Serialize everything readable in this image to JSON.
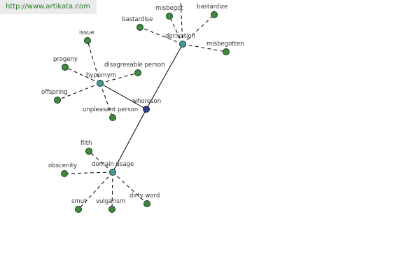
{
  "site_link": "http://www.artikata.com",
  "colors": {
    "leaf_fill": "#3f8a3f",
    "hub_fill": "#4a9a9a",
    "center_fill": "#2e3a8c",
    "node_stroke": "#1d3b1d",
    "edge": "#000000"
  },
  "graph": {
    "center": {
      "id": "whoreson",
      "label": "whoreson"
    },
    "hubs": [
      {
        "id": "hypernym",
        "label": "hypernym"
      },
      {
        "id": "derivation",
        "label": "derivation"
      },
      {
        "id": "domain-usage",
        "label": "domain usage"
      }
    ],
    "leaves": [
      {
        "id": "issue",
        "label": "issue",
        "hub": "hypernym"
      },
      {
        "id": "progeny",
        "label": "progeny",
        "hub": "hypernym"
      },
      {
        "id": "disagreeable-person",
        "label": "disagreeable person",
        "hub": "hypernym"
      },
      {
        "id": "offspring",
        "label": "offspring",
        "hub": "hypernym"
      },
      {
        "id": "unpleasant-person",
        "label": "unpleasant person",
        "hub": "hypernym"
      },
      {
        "id": "bastardise",
        "label": "bastardise",
        "hub": "derivation"
      },
      {
        "id": "misbegot",
        "label": "misbegot",
        "hub": "derivation"
      },
      {
        "id": "bastardize",
        "label": "bastardize",
        "hub": "derivation"
      },
      {
        "id": "misbegotten",
        "label": "misbegotten",
        "hub": "derivation"
      },
      {
        "id": "filth",
        "label": "filth",
        "hub": "domain-usage"
      },
      {
        "id": "obscenity",
        "label": "obscenity",
        "hub": "domain-usage"
      },
      {
        "id": "smut",
        "label": "smut",
        "hub": "domain-usage"
      },
      {
        "id": "vulgarism",
        "label": "vulgarism",
        "hub": "domain-usage"
      },
      {
        "id": "dirty-word",
        "label": "dirty word",
        "hub": "domain-usage"
      }
    ]
  }
}
